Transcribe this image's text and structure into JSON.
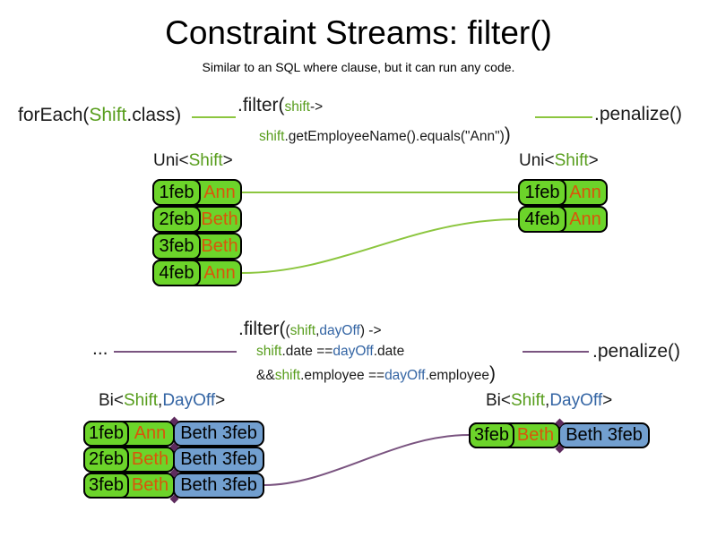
{
  "title": "Constraint Streams: filter()",
  "subtitle": "Similar to an SQL where clause, but it can run any code.",
  "colors": {
    "green_text": "#579d1c",
    "blue_text": "#3465a4",
    "orange_text": "#d9560b",
    "card_green": "#6cd42a",
    "card_blue": "#729fcf",
    "line_green": "#8cc63f",
    "line_purple": "#7a5480"
  },
  "top": {
    "foreach_tokens": [
      {
        "t": "forEach(",
        "c": "k"
      },
      {
        "t": "Shift",
        "c": "g"
      },
      {
        "t": ".class)",
        "c": "k"
      }
    ],
    "filter_line1": [
      {
        "t": ".filter(",
        "c": "k"
      },
      {
        "t": "shift",
        "c": "g",
        "sz": "small"
      },
      {
        "t": " ->",
        "c": "k",
        "sz": "small"
      }
    ],
    "filter_line2": [
      {
        "t": "shift",
        "c": "g"
      },
      {
        "t": ".getEmployeeName().equals(\"Ann\")",
        "c": "k"
      },
      {
        "t": ")",
        "c": "k",
        "sz": "big"
      }
    ],
    "penalize_label": ".penalize()",
    "uni_left_heading": [
      {
        "t": "Uni<",
        "c": "k"
      },
      {
        "t": "Shift",
        "c": "g"
      },
      {
        "t": ">",
        "c": "k"
      }
    ],
    "uni_right_heading": [
      {
        "t": "Uni<",
        "c": "k"
      },
      {
        "t": "Shift",
        "c": "g"
      },
      {
        "t": ">",
        "c": "k"
      }
    ],
    "uni_left_rows": [
      {
        "date": "1feb",
        "name": "Ann"
      },
      {
        "date": "2feb",
        "name": "Beth"
      },
      {
        "date": "3feb",
        "name": "Beth"
      },
      {
        "date": "4feb",
        "name": "Ann"
      }
    ],
    "uni_right_rows": [
      {
        "date": "1feb",
        "name": "Ann"
      },
      {
        "date": "4feb",
        "name": "Ann"
      }
    ]
  },
  "bottom": {
    "ellipsis": "...",
    "filter_line1": [
      {
        "t": ".filter(",
        "c": "k"
      },
      {
        "t": "(",
        "c": "k",
        "sz": "small"
      },
      {
        "t": "shift",
        "c": "g",
        "sz": "small"
      },
      {
        "t": ", ",
        "c": "k",
        "sz": "small"
      },
      {
        "t": "dayOff",
        "c": "b",
        "sz": "small"
      },
      {
        "t": ") ->",
        "c": "k",
        "sz": "small"
      }
    ],
    "filter_line2": [
      {
        "t": "shift",
        "c": "g"
      },
      {
        "t": ".date == ",
        "c": "k"
      },
      {
        "t": "dayOff",
        "c": "b"
      },
      {
        "t": ".date",
        "c": "k"
      }
    ],
    "filter_line3": [
      {
        "t": "&& ",
        "c": "k"
      },
      {
        "t": "shift",
        "c": "g"
      },
      {
        "t": ".employee == ",
        "c": "k"
      },
      {
        "t": "dayOff",
        "c": "b"
      },
      {
        "t": ".employee",
        "c": "k"
      },
      {
        "t": ")",
        "c": "k",
        "sz": "big"
      }
    ],
    "penalize_label": ".penalize()",
    "bi_left_heading": [
      {
        "t": "Bi<",
        "c": "k"
      },
      {
        "t": "Shift",
        "c": "g"
      },
      {
        "t": ", ",
        "c": "k"
      },
      {
        "t": "DayOff",
        "c": "b"
      },
      {
        "t": ">",
        "c": "k"
      }
    ],
    "bi_right_heading": [
      {
        "t": "Bi<",
        "c": "k"
      },
      {
        "t": "Shift",
        "c": "g"
      },
      {
        "t": ", ",
        "c": "k"
      },
      {
        "t": "DayOff",
        "c": "b"
      },
      {
        "t": ">",
        "c": "k"
      }
    ],
    "bi_left_rows": [
      {
        "date": "1feb",
        "name": "Ann",
        "pair": "Beth 3feb"
      },
      {
        "date": "2feb",
        "name": "Beth",
        "pair": "Beth 3feb"
      },
      {
        "date": "3feb",
        "name": "Beth",
        "pair": "Beth 3feb"
      }
    ],
    "bi_right_rows": [
      {
        "date": "3feb",
        "name": "Beth",
        "pair": "Beth 3feb"
      }
    ]
  }
}
